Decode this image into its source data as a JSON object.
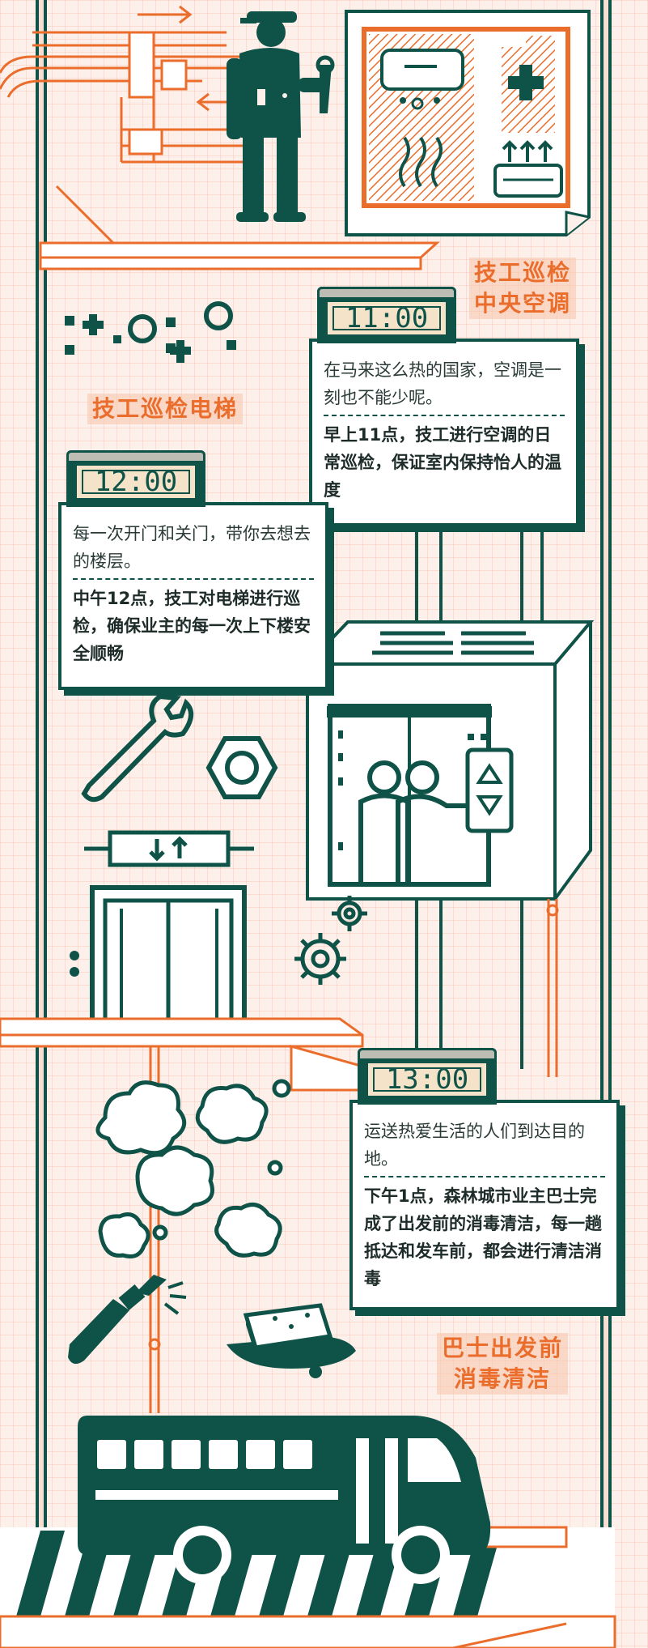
{
  "captions": {
    "ac": [
      "技工巡检",
      "中央空调"
    ],
    "elevator": [
      "技工巡检电梯"
    ],
    "bus": [
      "巴士出发前",
      "消毒清洁"
    ]
  },
  "blocks": [
    {
      "time": "11:00",
      "intro": "在马来这么热的国家，空调是一刻也不能少呢。",
      "detail": "早上11点，技工进行空调的日常巡检，保证室内保持怡人的温度"
    },
    {
      "time": "12:00",
      "intro": "每一次开门和关门，带你去想去的楼层。",
      "detail": "中午12点，技工对电梯进行巡检，确保业主的每一次上下楼安全顺畅"
    },
    {
      "time": "13:00",
      "intro": "运送热爱生活的人们到达目的地。",
      "detail": "下午1点，森林城市业主巴士完成了出发前的消毒清洁，每一趟抵达和发车前，都会进行清洁消毒"
    }
  ],
  "colors": {
    "dark_green": "#0f5348",
    "orange": "#ea6d2c",
    "peach": "#fdf0ea"
  },
  "icons": [
    "wrench-icon",
    "nut-icon",
    "gear-icon",
    "spray-bottle-icon",
    "sponge-icon",
    "air-conditioner-icon",
    "technician-icon",
    "elevator-icon",
    "bus-icon",
    "bubbles-icon"
  ]
}
